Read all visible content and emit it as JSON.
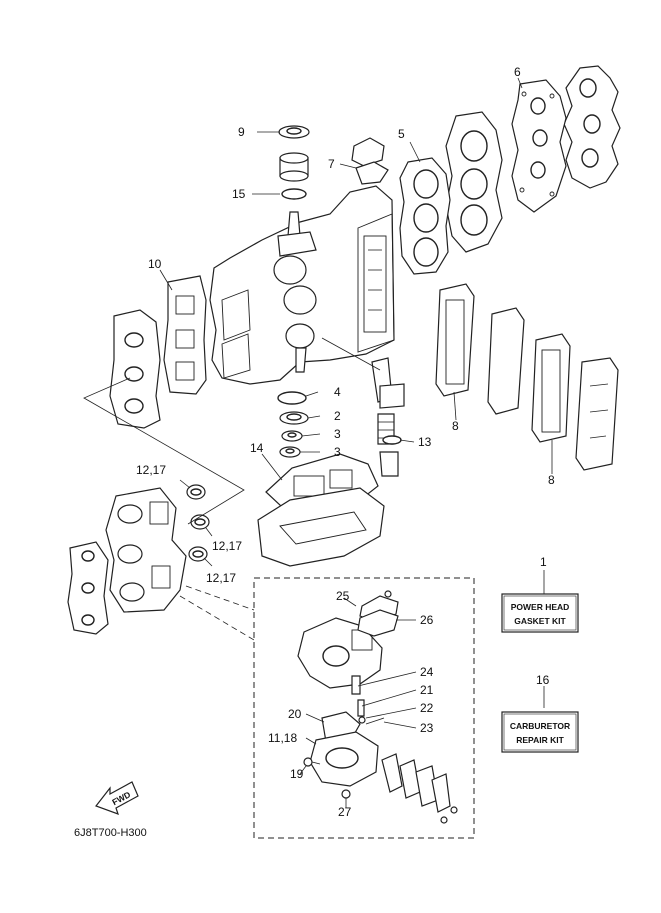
{
  "callouts": {
    "c1": "1",
    "c2": "2",
    "c3a": "3",
    "c3b": "3",
    "c4": "4",
    "c5": "5",
    "c6": "6",
    "c7": "7",
    "c8a": "8",
    "c8b": "8",
    "c9": "9",
    "c10": "10",
    "c11_18": "11,18",
    "c12_17a": "12,17",
    "c12_17b": "12,17",
    "c12_17c": "12,17",
    "c13": "13",
    "c14": "14",
    "c15": "15",
    "c16": "16",
    "c19": "19",
    "c20": "20",
    "c21": "21",
    "c22": "22",
    "c23": "23",
    "c24": "24",
    "c25": "25",
    "c26": "26",
    "c27": "27"
  },
  "kits": {
    "power_head_line1": "POWER HEAD",
    "power_head_line2": "GASKET KIT",
    "carburetor_line1": "CARBURETOR",
    "carburetor_line2": "REPAIR KIT"
  },
  "fwd_label": "FWD",
  "diagram_code": "6J8T700-H300"
}
